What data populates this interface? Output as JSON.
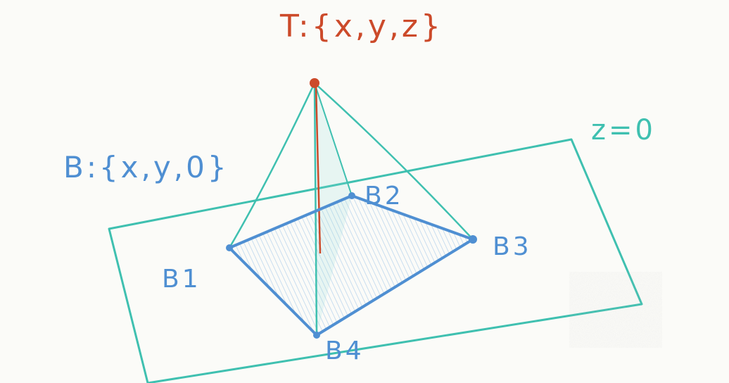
{
  "labels": {
    "top_point": "T:{x,y,z}",
    "base": "B:{x,y,0}",
    "plane": "z=0",
    "b1": "B1",
    "b2": "B2",
    "b3": "B3",
    "b4": "B4"
  },
  "colors": {
    "red": "#cc4a2a",
    "blue": "#4f8fd2",
    "teal": "#3fc0b0",
    "paper": "#fbfbf8"
  }
}
